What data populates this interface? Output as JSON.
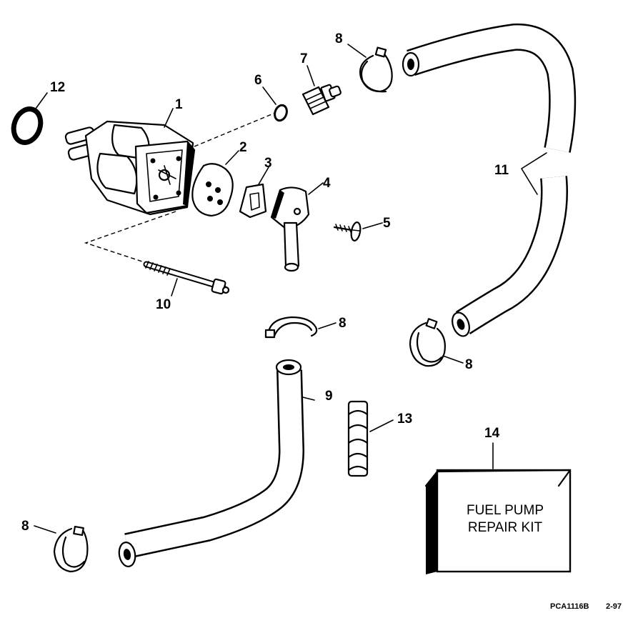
{
  "callouts": {
    "c1": "1",
    "c2": "2",
    "c3": "3",
    "c4": "4",
    "c5": "5",
    "c6": "6",
    "c7": "7",
    "c8a": "8",
    "c8b": "8",
    "c8c": "8",
    "c8d": "8",
    "c9": "9",
    "c10": "10",
    "c11": "11",
    "c12": "12",
    "c13": "13",
    "c14": "14"
  },
  "kit_box": {
    "line1": "FUEL PUMP",
    "line2": "REPAIR KIT"
  },
  "footer": {
    "code": "PCA1116B",
    "date": "2-97"
  }
}
